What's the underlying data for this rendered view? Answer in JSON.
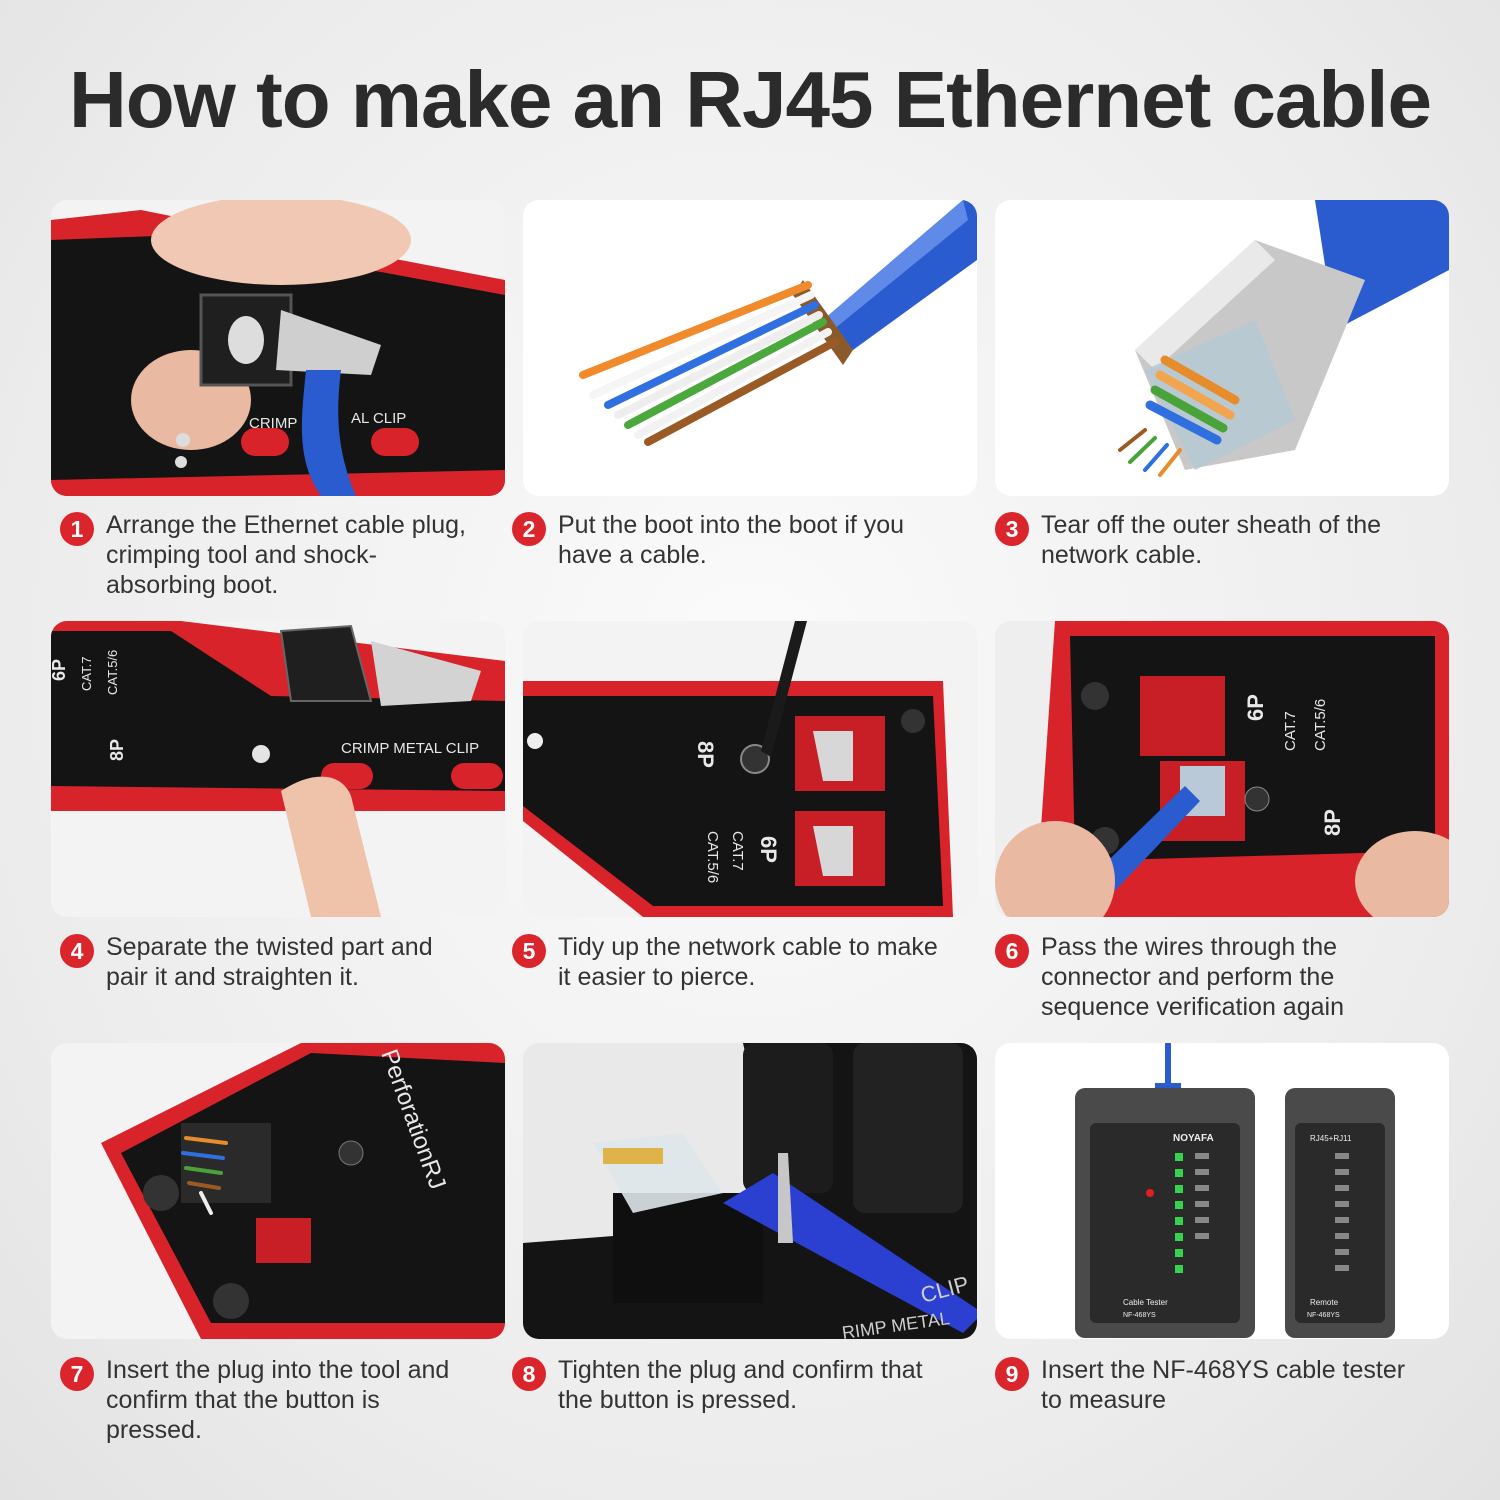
{
  "title": "How to make an RJ45 Ethernet cable",
  "colors": {
    "accent": "#d9252b",
    "tool_red": "#d8232b",
    "tool_black": "#141414",
    "cable_blue": "#2b5ccf"
  },
  "steps": [
    {
      "number": "1",
      "text": "Arrange the Ethernet cable plug,\n crimping tool and shock-\nabsorbing boot.",
      "image_text": [
        "CRIMP",
        "AL CLIP"
      ]
    },
    {
      "number": "2",
      "text": "Put the boot into the boot if you\nhave a cable.",
      "image_text": []
    },
    {
      "number": "3",
      "text": "Tear off the outer sheath of the\nnetwork cable.",
      "image_text": []
    },
    {
      "number": "4",
      "text": "Separate the twisted part and\npair it and straighten it.",
      "image_text": [
        "6P",
        "CAT.7",
        "CAT.5/6",
        "8P",
        "CRIMP  METAL CLIP"
      ]
    },
    {
      "number": "5",
      "text": "Tidy up the network cable to make\n it easier to pierce.",
      "image_text": [
        "8P",
        "6P",
        "CAT.7",
        "CAT.5/6"
      ]
    },
    {
      "number": "6",
      "text": "Pass the wires through the\nconnector and perform the\nsequence verification again",
      "image_text": [
        "6P",
        "CAT.7",
        "CAT.5/6",
        "8P"
      ]
    },
    {
      "number": "7",
      "text": "Insert the plug into the tool and\n confirm that the button is\npressed.",
      "image_text": [
        "PerforationRJ"
      ]
    },
    {
      "number": "8",
      "text": " Tighten the plug and confirm that\nthe button is pressed.",
      "image_text": [
        "CLIP",
        "RIMP METAL"
      ]
    },
    {
      "number": "9",
      "text": "Insert the NF-468YS cable tester\nto measure",
      "image_text": [
        "NOYAFA",
        "Cable Tester",
        "NF-468YS",
        "RJ45+RJ11",
        "Remote",
        "NF-468YS"
      ]
    }
  ]
}
